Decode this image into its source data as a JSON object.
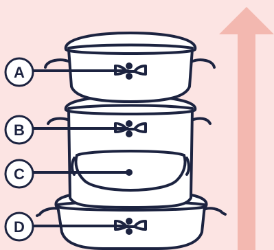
{
  "diagram": {
    "labels": [
      "A",
      "B",
      "C",
      "D"
    ]
  },
  "colors": {
    "background": "#fce4e3",
    "ink": "#1c2340",
    "cookware_fill": "#ffffff",
    "badge_fill": "#ffffff",
    "arrow": "#f3b8b0"
  },
  "icons": {
    "arrow": "up-arrow-icon",
    "knob": "lid-knob-icon"
  }
}
